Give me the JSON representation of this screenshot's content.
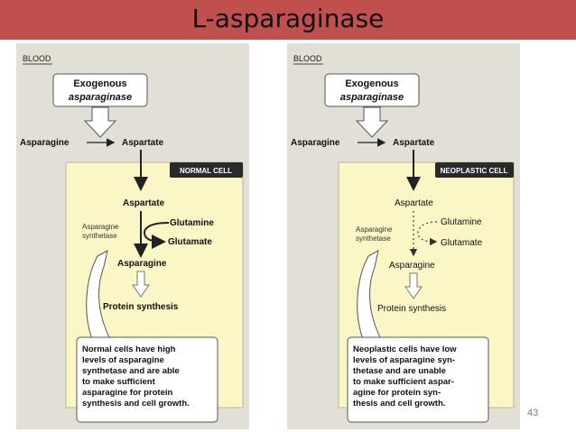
{
  "slide": {
    "title": "L-asparaginase",
    "page_number": "43"
  },
  "panels": [
    {
      "blood_label": "BLOOD",
      "drug_line1": "Exogenous",
      "drug_line2": "asparaginase",
      "asparagine_label": "Asparagine",
      "aspartate_label": "Aspartate",
      "cell_label": "NORMAL CELL",
      "inner_aspartate": "Aspartate",
      "enzyme_line1": "Asparagine",
      "enzyme_line2": "synthetase",
      "glutamine": "Glutamine",
      "glutamate": "Glutamate",
      "inner_asparagine": "Asparagine",
      "protein_synthesis": "Protein synthesis",
      "callout_lines": [
        "Normal cells have high",
        "levels of asparagine",
        "synthetase and are able",
        "to make sufficient",
        "asparagine for protein",
        "synthesis and cell growth."
      ]
    },
    {
      "blood_label": "BLOOD",
      "drug_line1": "Exogenous",
      "drug_line2": "asparaginase",
      "asparagine_label": "Asparagine",
      "aspartate_label": "Aspartate",
      "cell_label": "NEOPLASTIC CELL",
      "inner_aspartate": "Aspartate",
      "enzyme_line1": "Asparagine",
      "enzyme_line2": "synthetase",
      "glutamine": "Glutamine",
      "glutamate": "Glutamate",
      "inner_asparagine": "Asparagine",
      "protein_synthesis": "Protein synthesis",
      "callout_lines": [
        "Neoplastic cells have low",
        "levels of asparagine syn-",
        "thetase and are unable",
        "to make sufficient aspar-",
        "agine for protein syn-",
        "thesis and cell growth."
      ]
    }
  ]
}
